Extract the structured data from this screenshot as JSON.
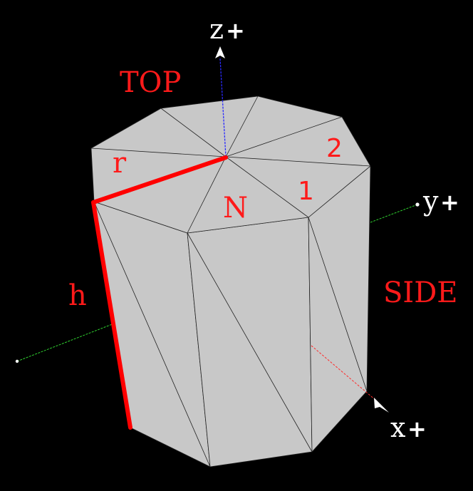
{
  "diagram": {
    "labels": {
      "top": "TOP",
      "side": "SIDE",
      "radius": "r",
      "height": "h",
      "normal": "N",
      "facet_1": "1",
      "facet_2": "2"
    },
    "axes": {
      "x": {
        "letter": "x",
        "sign": "+"
      },
      "y": {
        "letter": "y",
        "sign": "+"
      },
      "z": {
        "letter": "z",
        "sign": "+"
      }
    },
    "colors": {
      "background": "#000000",
      "surface": "#c8c8c8",
      "highlight": "#ff0000",
      "x_axis": "#ff2222",
      "y_axis": "#22cc22",
      "z_axis": "#2222ff",
      "axis_text": "#ffffff"
    }
  }
}
